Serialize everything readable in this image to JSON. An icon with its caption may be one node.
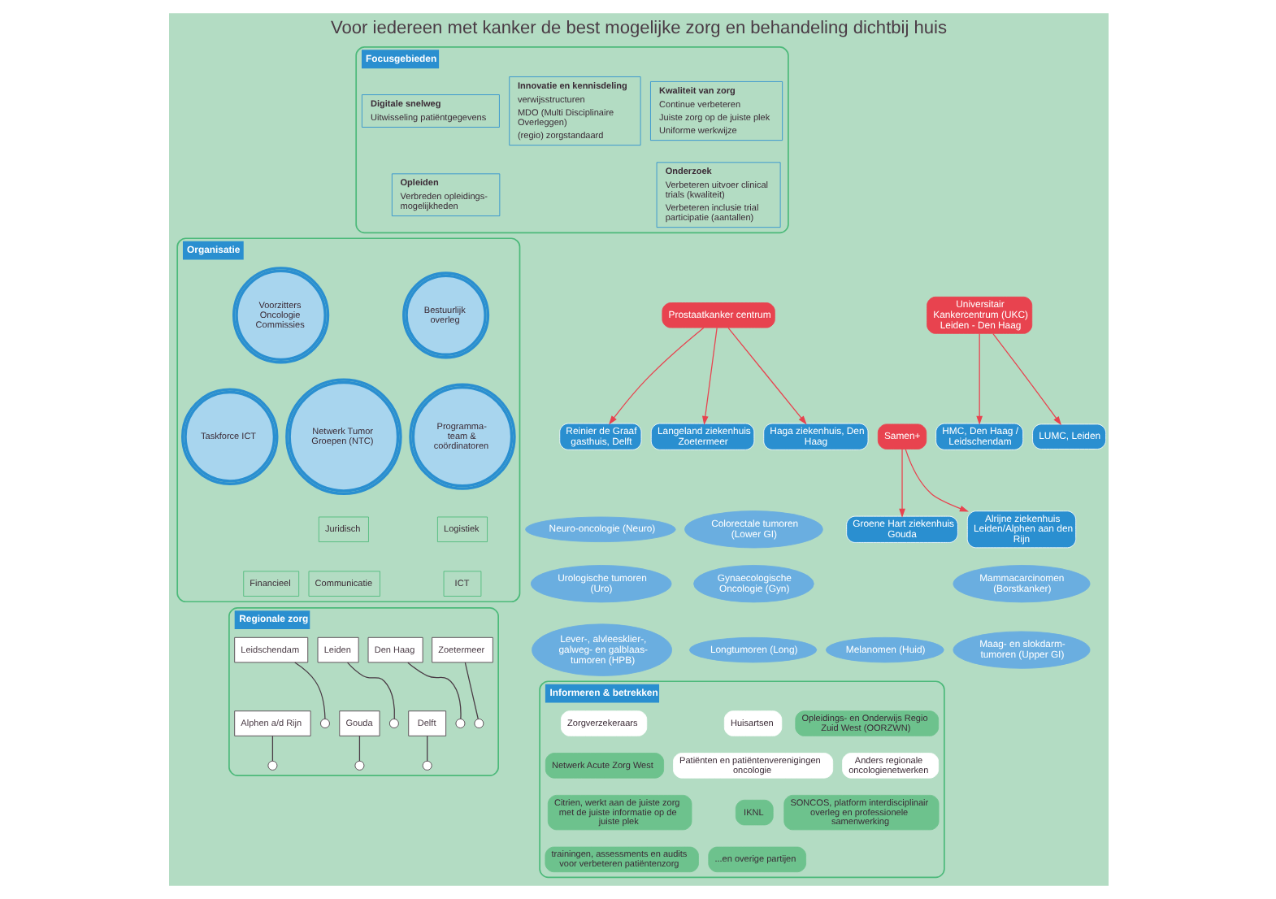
{
  "diagram": {
    "title": "Voor iedereen met kanker de best mogelijke zorg en behandeling dichtbij huis",
    "nodes": [
      {
        "text": [
          "Focusgebieden"
        ]
      },
      {
        "text": [
          "Kwaliteit van zorg",
          "Continue verbeteren",
          "Juiste zorg op de juiste plek",
          "Uniforme werkwijze"
        ],
        "in": 0
      },
      {
        "text": [
          "Innovatie en kennisdeling",
          "verwijsstructuren",
          "MDO (Multi Disciplinaire Overleggen)",
          "(regio) zorgstandaard"
        ],
        "in": 0
      },
      {
        "text": [
          "Digitale snelweg",
          "Uitwisseling patiëntgegevens"
        ],
        "in": 0
      },
      {
        "text": [
          "Onderzoek",
          "Verbeteren uitvoer clinical trials (kwaliteit)",
          "Verbeteren inclusie trial participatie (aantallen)"
        ],
        "in": 0
      },
      {
        "text": [
          "Opleiden",
          "Verbreden opleidings- mogelijkheden"
        ],
        "in": 0
      },
      {
        "text": [
          "Reinier de Graaf gasthuis, Delft"
        ]
      },
      {
        "text": [
          "Langeland ziekenhuis Zoetermeer"
        ]
      },
      {
        "text": [
          "Prostaatkanker centrum"
        ]
      },
      {
        "text": [
          "Haga ziekenhuis, Den Haag"
        ]
      },
      {
        "text": [
          "Neuro-oncologie (Neuro)"
        ]
      },
      {
        "text": [
          "Colorectale tumoren (Lower GI)"
        ]
      },
      {
        "text": [
          "Urologische tumoren (Uro)"
        ]
      },
      {
        "text": [
          "Gynaecologische Oncologie (Gyn)"
        ]
      },
      {
        "text": [
          "Mammacarcinomen (Borstkanker)"
        ]
      },
      {
        "text": [
          "Lever-, alvleesklier-, galweg- en galblaas- tumoren (HPB)"
        ]
      },
      {
        "text": [
          "Longtumoren (Long)"
        ]
      },
      {
        "text": [
          "Melanomen (Huid)"
        ]
      },
      {
        "text": [
          "Maag- en slokdarm- tumoren (Upper GI)"
        ]
      },
      {
        "text": [
          "HMC, Den Haag / Leidschendam"
        ]
      },
      {
        "text": [
          "Universitair Kankercentrum (UKC) Leiden - Den Haag"
        ]
      },
      {
        "text": [
          "LUMC, Leiden"
        ]
      },
      {
        "text": [
          "Groene Hart ziekenhuis Gouda"
        ]
      },
      {
        "text": [
          "Samen+"
        ]
      },
      {
        "text": [
          "Alrijne ziekenhuis Leiden/Alphen aan den Rijn"
        ]
      },
      {
        "text": [
          "Organisatie"
        ]
      },
      {
        "text": [
          "Bestuurlijk overleg"
        ],
        "in": 25
      },
      {
        "text": [
          "Voorzitters Oncologie Commissies"
        ],
        "in": 25
      },
      {
        "text": [
          "Netwerk Tumor Groepen (NTC)"
        ],
        "in": 25
      },
      {
        "text": [
          "Programma- team & coördinatoren"
        ],
        "in": 25
      },
      {
        "text": [
          "Taskforce ICT"
        ],
        "in": 25
      },
      {
        "text": [
          "Juridisch"
        ],
        "in": 25
      },
      {
        "text": [
          "Logistiek"
        ],
        "in": 25
      },
      {
        "text": [
          "Financieel"
        ],
        "in": 25
      },
      {
        "text": [
          "Communicatie"
        ],
        "in": 25
      },
      {
        "text": [
          "ICT"
        ],
        "in": 25
      },
      {
        "text": [
          "Regionale zorg"
        ]
      },
      {
        "text": [
          "Leidschendam"
        ],
        "in": 36
      },
      {
        "text": [
          "Leiden"
        ],
        "in": 36
      },
      {
        "text": [
          "Den Haag"
        ],
        "in": 36
      },
      {
        "text": [
          "Zoetermeer"
        ],
        "in": 36
      },
      {
        "text": [
          "Alphen a/d Rijn"
        ],
        "in": 36
      },
      {
        "text": [
          "Gouda"
        ],
        "in": 36
      },
      {
        "text": [
          "Delft"
        ],
        "in": 36
      },
      {
        "text": [],
        "shape": "circle",
        "in": 36
      },
      {
        "text": [],
        "shape": "circle",
        "in": 36
      },
      {
        "text": [],
        "shape": "circle",
        "in": 36
      },
      {
        "text": [],
        "shape": "circle",
        "in": 36
      },
      {
        "text": [],
        "shape": "circle",
        "in": 36
      },
      {
        "text": [],
        "shape": "circle",
        "in": 36
      },
      {
        "text": [],
        "shape": "circle",
        "in": 36
      },
      {
        "text": [
          "Informeren & betrekken"
        ]
      },
      {
        "text": [
          "Zorgverzekeraars"
        ],
        "in": 51
      },
      {
        "text": [
          "Huisartsen"
        ],
        "in": 51
      },
      {
        "text": [
          "Opleidings- en Onderwijs Regio Zuid West (OORZWN)"
        ],
        "in": 51
      },
      {
        "text": [
          "Netwerk Acute Zorg West"
        ],
        "in": 51
      },
      {
        "text": [
          "Patiënten en patiëntenverenigingen oncologie"
        ],
        "in": 51
      },
      {
        "text": [
          "Anders regionale oncologienetwerken"
        ],
        "in": 51
      },
      {
        "text": [
          "Citrien, werkt aan de juiste zorg met de juiste informatie op de juiste plek"
        ],
        "in": 51
      },
      {
        "text": [
          "IKNL"
        ],
        "in": 51
      },
      {
        "text": [
          "SONCOS, platform interdisciplinair overleg en professionele samenwerking"
        ],
        "in": 51
      },
      {
        "text": [
          "trainingen, assessments en audits voor verbeteren patiëntenzorg"
        ],
        "in": 51
      },
      {
        "text": [
          "...en overige partijen"
        ],
        "in": 51
      }
    ],
    "edges": [
      {
        "from": 8,
        "to": 6,
        "arrow": "to",
        "color": "#e8434f"
      },
      {
        "from": 8,
        "to": 7,
        "arrow": "to",
        "color": "#e8434f"
      },
      {
        "from": 8,
        "to": 9,
        "arrow": "to",
        "color": "#e8434f"
      },
      {
        "from": 20,
        "to": 19,
        "arrow": "to",
        "color": "#e8434f"
      },
      {
        "from": 20,
        "to": 21,
        "arrow": "to",
        "color": "#e8434f"
      },
      {
        "from": 23,
        "to": 22,
        "arrow": "to",
        "color": "#e8434f"
      },
      {
        "from": 23,
        "to": 24,
        "arrow": "to",
        "color": "#e8434f"
      },
      {
        "from": 37,
        "to": 46,
        "arrow": "none",
        "color": "#4a3b45"
      },
      {
        "from": 38,
        "to": 48,
        "arrow": "none",
        "color": "#4a3b45"
      },
      {
        "from": 39,
        "to": 44,
        "arrow": "none",
        "color": "#4a3b45"
      },
      {
        "from": 40,
        "to": 47,
        "arrow": "none",
        "color": "#4a3b45"
      },
      {
        "from": 41,
        "to": 49,
        "arrow": "none",
        "color": "#4a3b45"
      },
      {
        "from": 42,
        "to": 50,
        "arrow": "none",
        "color": "#4a3b45"
      },
      {
        "from": 43,
        "to": 45,
        "arrow": "none",
        "color": "#4a3b45"
      }
    ]
  }
}
